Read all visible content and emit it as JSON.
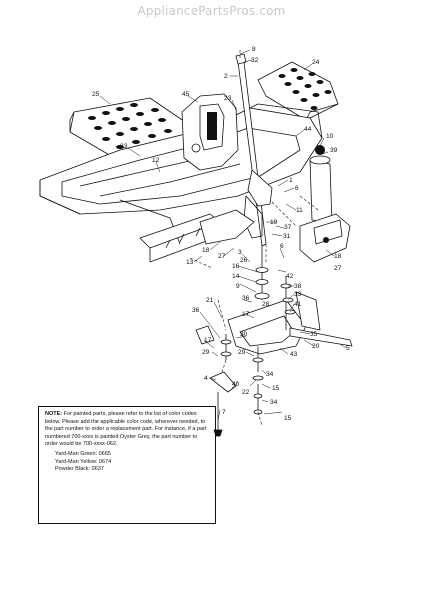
{
  "watermark": "AppliancePartsPros.com",
  "callouts": [
    {
      "id": "c8",
      "text": "8"
    },
    {
      "id": "c32",
      "text": "32"
    },
    {
      "id": "c2",
      "text": "2"
    },
    {
      "id": "c24",
      "text": "24"
    },
    {
      "id": "c25",
      "text": "25"
    },
    {
      "id": "c45",
      "text": "45"
    },
    {
      "id": "c23a",
      "text": "23"
    },
    {
      "id": "c23b",
      "text": "23"
    },
    {
      "id": "c12",
      "text": "12"
    },
    {
      "id": "c44",
      "text": "44"
    },
    {
      "id": "c10",
      "text": "10"
    },
    {
      "id": "c39",
      "text": "39"
    },
    {
      "id": "c1",
      "text": "1"
    },
    {
      "id": "c6a",
      "text": "6"
    },
    {
      "id": "c11",
      "text": "11"
    },
    {
      "id": "c19",
      "text": "19"
    },
    {
      "id": "c37",
      "text": "37"
    },
    {
      "id": "c31",
      "text": "31"
    },
    {
      "id": "c18a",
      "text": "18"
    },
    {
      "id": "c18b",
      "text": "18"
    },
    {
      "id": "c27a",
      "text": "27"
    },
    {
      "id": "c27b",
      "text": "27"
    },
    {
      "id": "c3",
      "text": "3"
    },
    {
      "id": "c13",
      "text": "13"
    },
    {
      "id": "c26",
      "text": "26"
    },
    {
      "id": "c16",
      "text": "16"
    },
    {
      "id": "c14",
      "text": "14"
    },
    {
      "id": "c6b",
      "text": "6"
    },
    {
      "id": "c42",
      "text": "42"
    },
    {
      "id": "c9",
      "text": "9"
    },
    {
      "id": "c38",
      "text": "38"
    },
    {
      "id": "c33",
      "text": "33"
    },
    {
      "id": "c41",
      "text": "41"
    },
    {
      "id": "c21",
      "text": "21"
    },
    {
      "id": "c36a",
      "text": "36"
    },
    {
      "id": "c36b",
      "text": "36"
    },
    {
      "id": "c28",
      "text": "28"
    },
    {
      "id": "c17a",
      "text": "17"
    },
    {
      "id": "c17b",
      "text": "17"
    },
    {
      "id": "c30",
      "text": "30"
    },
    {
      "id": "c35",
      "text": "35"
    },
    {
      "id": "c20",
      "text": "20"
    },
    {
      "id": "c5",
      "text": "5"
    },
    {
      "id": "c29a",
      "text": "29"
    },
    {
      "id": "c29b",
      "text": "29"
    },
    {
      "id": "c43",
      "text": "43"
    },
    {
      "id": "c4",
      "text": "4"
    },
    {
      "id": "c40",
      "text": "40"
    },
    {
      "id": "c22",
      "text": "22"
    },
    {
      "id": "c34a",
      "text": "34"
    },
    {
      "id": "c34b",
      "text": "34"
    },
    {
      "id": "c15a",
      "text": "15"
    },
    {
      "id": "c15b",
      "text": "15"
    },
    {
      "id": "c7",
      "text": "7"
    }
  ],
  "note": {
    "label": "NOTE:",
    "text": "For painted parts, please refer to the list of color codes below. Please add the applicable color code, wherever needed, to the part number to order a replacement part. For instance, if a part numbered 700-xxxx is painted Oyster Grey, the part number to order would be 700-xxxx-062.",
    "codes": [
      "Yard-Man Green: 0665",
      "Yard-Man Yellow: 0674",
      "Powder Black: 0637"
    ]
  }
}
